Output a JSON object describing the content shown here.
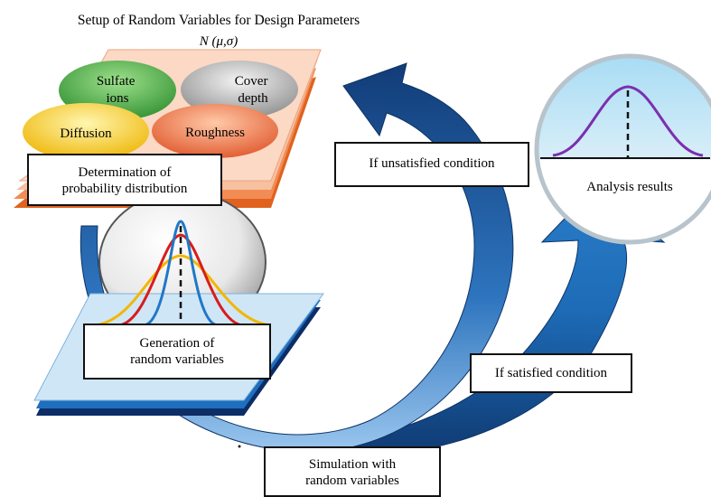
{
  "title": "Setup of Random Variables for Design Parameters",
  "distribution_notation": "N (μ,σ)",
  "parameters": {
    "sulfate_ions": "Sulfate\nions",
    "cover_depth": "Cover\ndepth",
    "diffusion": "Diffusion",
    "roughness": "Roughness"
  },
  "boxes": {
    "probability_distribution": "Determination of\nprobability distribution",
    "random_generation": "Generation of\nrandom variables",
    "simulation": "Simulation with\nrandom variables",
    "unsatisfied": "If unsatisfied condition",
    "satisfied": "If satisfied condition",
    "analysis_results": "Analysis results"
  },
  "colors": {
    "sulfate": "#3fa53f",
    "cover": "#9a9a9a",
    "diffusion": "#f2c20a",
    "roughness": "#e86a3a",
    "arrow_dark": "#123f7a",
    "arrow_light": "#5aa8e0",
    "curve_blue": "#1f78c8",
    "curve_red": "#d81c1c",
    "curve_yellow": "#f2b705",
    "curve_purple": "#7b2fb0"
  }
}
